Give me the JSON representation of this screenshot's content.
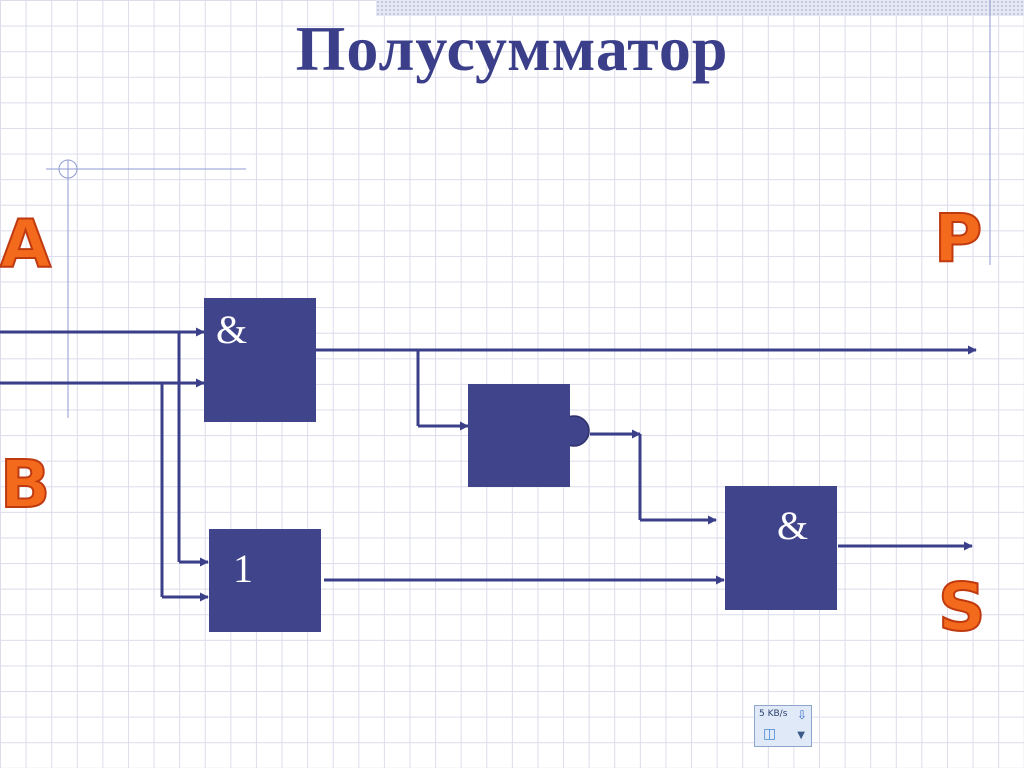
{
  "title": "Полусумматор",
  "inputs": {
    "a": "A",
    "b": "B"
  },
  "outputs": {
    "p": "P",
    "s": "S"
  },
  "gates": {
    "and1": "&",
    "or1": "1",
    "and2": "&"
  },
  "speed_widget": {
    "rate": "5 KB/s",
    "download_icon": "download-arrow-icon",
    "network_icon": "network-icon",
    "dropdown_icon": "dropdown-arrow-icon"
  },
  "colors": {
    "gate_fill": "#40448a",
    "wire": "#3b3f8a",
    "title": "#3b3f8a",
    "io_letters": "#f46a1c"
  }
}
